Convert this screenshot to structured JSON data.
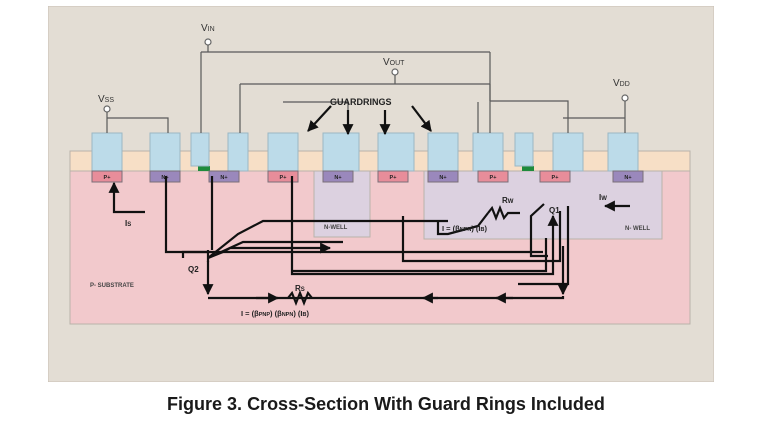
{
  "caption": "Figure 3. Cross-Section With Guard Rings Included",
  "terminals": {
    "vin": {
      "main": "V",
      "sub": "IN"
    },
    "vout": {
      "main": "V",
      "sub": "OUT"
    },
    "vss": {
      "main": "V",
      "sub": "SS"
    },
    "vdd": {
      "main": "V",
      "sub": "DD"
    }
  },
  "labels": {
    "guardrings": "GUARDRINGS",
    "p_substrate": "P- SUBSTRATE",
    "n_well_left": "N-WELL",
    "n_well_right": "N- WELL",
    "q1": "Q1",
    "q2": "Q2",
    "rw": {
      "main": "R",
      "sub": "W"
    },
    "rs": {
      "main": "R",
      "sub": "S"
    },
    "is": {
      "main": "I",
      "sub": "S"
    },
    "iw": {
      "main": "I",
      "sub": "W"
    },
    "eq_q1": {
      "a": "I = (β",
      "b": "NPN",
      "c": ") (I",
      "d": "B",
      "e": ")"
    },
    "eq_q2": {
      "a": "I = (β",
      "b": "PNP",
      "c": ") (β",
      "d": "NPN",
      "e": ") (I",
      "f": "B",
      "g": ")"
    }
  },
  "diffusions": [
    {
      "label": "P+"
    },
    {
      "label": "N+"
    },
    {
      "label": "N+"
    },
    {
      "label": "P+"
    },
    {
      "label": "N+"
    },
    {
      "label": "P+"
    },
    {
      "label": "N+"
    },
    {
      "label": "P+"
    },
    {
      "label": "P+"
    },
    {
      "label": "N+"
    }
  ],
  "colors": {
    "panel": "#e3ddd4",
    "substrate": "#f2c9cc",
    "nwell": "#dcd1e0",
    "oxide": "#f7dfc6",
    "contact": "#bcdbe9",
    "p_plus": "#e88d9a",
    "n_plus": "#9a88bc",
    "guard_strip": "#1e8b3c"
  }
}
